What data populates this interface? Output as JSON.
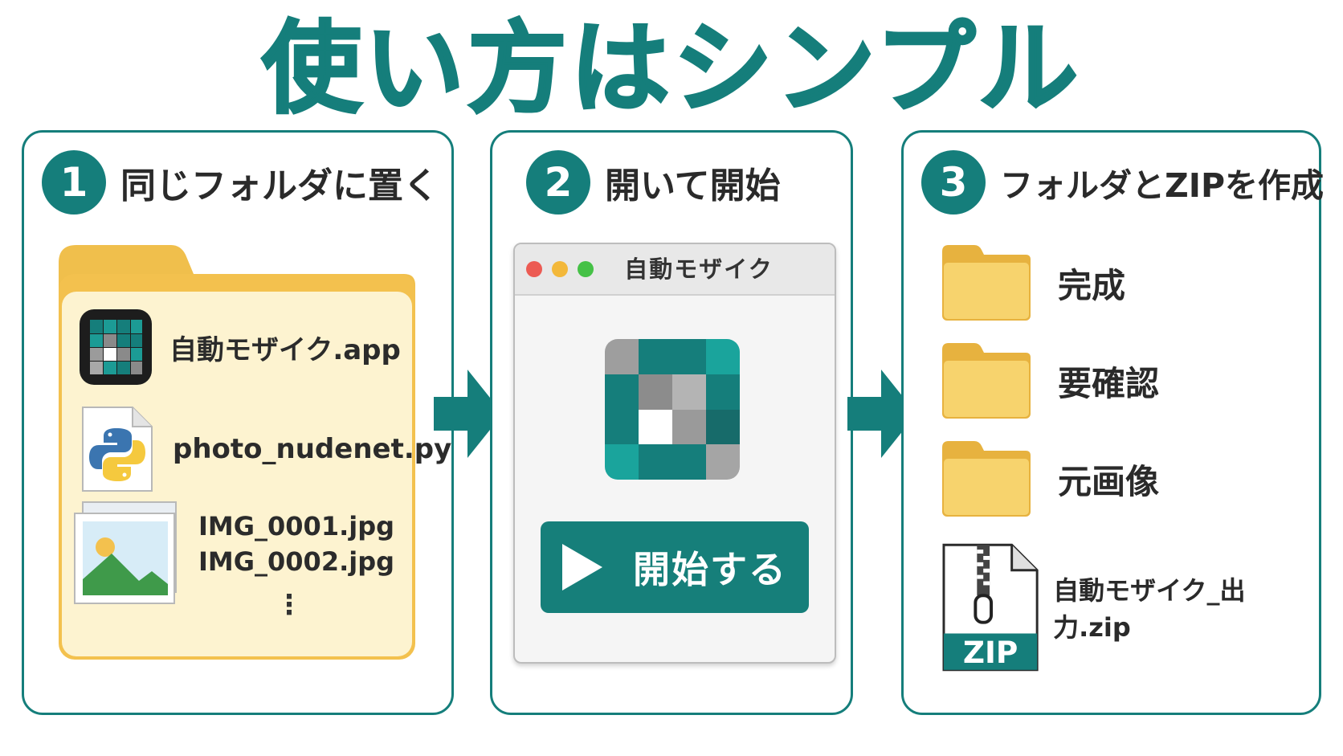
{
  "title": "使い方はシンプル",
  "colors": {
    "teal": "#157e7b",
    "folder_yellow": "#f3c14e",
    "folder_fill": "#fdf3d0"
  },
  "steps": [
    {
      "number": "1",
      "title": "同じフォルダに置く"
    },
    {
      "number": "2",
      "title": "開いて開始"
    },
    {
      "number": "3",
      "title": "フォルダとZIPを作成"
    }
  ],
  "step1": {
    "app_file": "自動モザイク.app",
    "script_file": "photo_nudenet.py",
    "image_files": [
      "IMG_0001.jpg",
      "IMG_0002.jpg"
    ],
    "more": "⋮"
  },
  "step2": {
    "window_title": "自動モザイク",
    "start_button": "開始する"
  },
  "step3": {
    "folders": [
      "完成",
      "要確認",
      "元画像"
    ],
    "zip_badge": "ZIP",
    "zip_file": "自動モザイク_出力.zip"
  },
  "icons": [
    "app-mosaic-icon",
    "python-file-icon",
    "image-file-icon",
    "folder-icon",
    "zip-file-icon",
    "play-icon",
    "arrow-right-icon"
  ]
}
